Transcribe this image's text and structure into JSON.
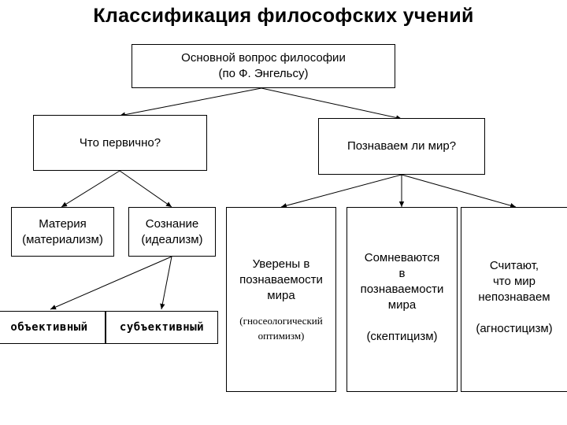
{
  "title": "Классификация философских учений",
  "main_question": {
    "line1": "Основной вопрос философии",
    "line2": "(по Ф. Энгельсу)"
  },
  "primary_question": "Что первично?",
  "knowable_question": "Познаваем ли мир?",
  "matter": {
    "line1": "Материя",
    "line2": "(материализм)"
  },
  "consciousness": {
    "line1": "Сознание",
    "line2": "(идеализм)"
  },
  "objective": "объективный",
  "subjective": "субъективный",
  "confident": {
    "text": "Уверены в\nпознаваемости\nмира",
    "term": "(гносеологический\nоптимизм)"
  },
  "doubt": {
    "text": "Сомневаются\nв\nпознаваемости\nмира",
    "term": "(скептицизм)"
  },
  "unknowable": {
    "text": "Считают,\nчто мир\nнепознаваем",
    "term": "(агностицизм)"
  }
}
